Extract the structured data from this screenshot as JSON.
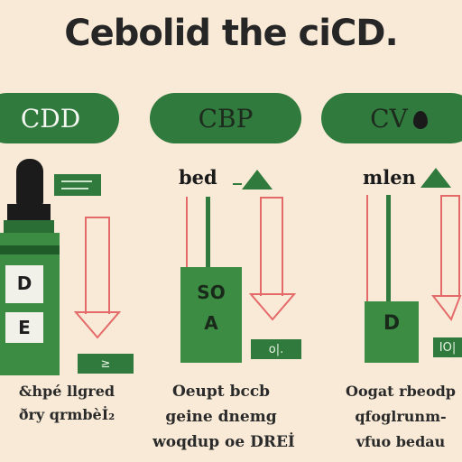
{
  "title": "Cebolid the ciCD.",
  "pills": [
    {
      "label": "CDD"
    },
    {
      "label": "CBP"
    },
    {
      "label": "CV"
    }
  ],
  "columns": [
    {
      "box_top": "D",
      "box_bottom": "E",
      "tag": "≥",
      "captions": [
        "&hpé llgred",
        "ðry qrmbèİ₂",
        ""
      ]
    },
    {
      "heading": "bed",
      "box_top": "SO",
      "box_mid": "A",
      "tag": "o|.",
      "captions": [
        "Oeupt bccb",
        "geine dnemg",
        "woqdup oe DREİ"
      ]
    },
    {
      "heading": "mlen",
      "box_top": "D",
      "tag": "IO|",
      "captions": [
        "Oogat rbeodp",
        "qfoglrunm-",
        "vfuo bedau"
      ]
    }
  ],
  "colors": {
    "background": "#f8ead6",
    "green": "#2f7a3c",
    "accent_line": "#e46a6a"
  },
  "icons": [
    "dropper-bottle-icon",
    "drop-icon",
    "arrow-down-icon",
    "triangle-icon"
  ]
}
